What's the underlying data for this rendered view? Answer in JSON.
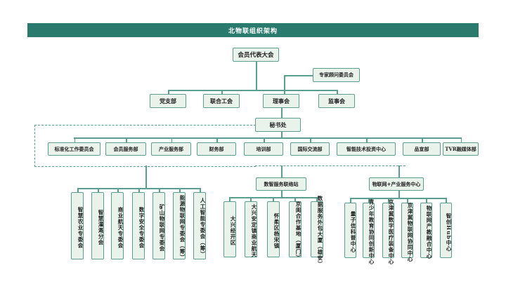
{
  "title": "北物联组织架构",
  "top": {
    "assembly": "会员代表大会",
    "experts": "专家顾问委员会"
  },
  "level2": [
    "党支部",
    "联合工会",
    "理事会",
    "监事会"
  ],
  "secretariat": "秘书处",
  "departments": [
    "标准化工作委员会",
    "会员服务部",
    "产业服务部",
    "财务部",
    "培训部",
    "国际交流部",
    "智能技术投资中心",
    "品宣部",
    "TVR融媒体部"
  ],
  "committees": [
    "智慧农业专委会",
    "智慧灌溉分会",
    "商业航天专委会",
    "数字安全专委会",
    "矿山物联网专委会",
    "能源物联网专委会（筹）",
    "人工智能专委会（筹）"
  ],
  "station": {
    "label": "数智服务联络站",
    "items": [
      "大兴经开区",
      "大兴安定镇商业航天",
      "怀柔区杨宋镇",
      "京阆合作基地（厦门）",
      "数据服务外包大厦（雄安）"
    ]
  },
  "center": {
    "label": "物联网+产业服务中心",
    "items": [
      "量子信科普中心",
      "青少年教育协同创新中心",
      "京津冀数字医疗装备中心",
      "京津冀物联网协同中心",
      "物联网产教融合中心",
      "智创Hub中心"
    ]
  },
  "colors": {
    "header": "#2a7b6e",
    "box_fill": "#e9f2eb",
    "border": "#5a9e8f"
  }
}
